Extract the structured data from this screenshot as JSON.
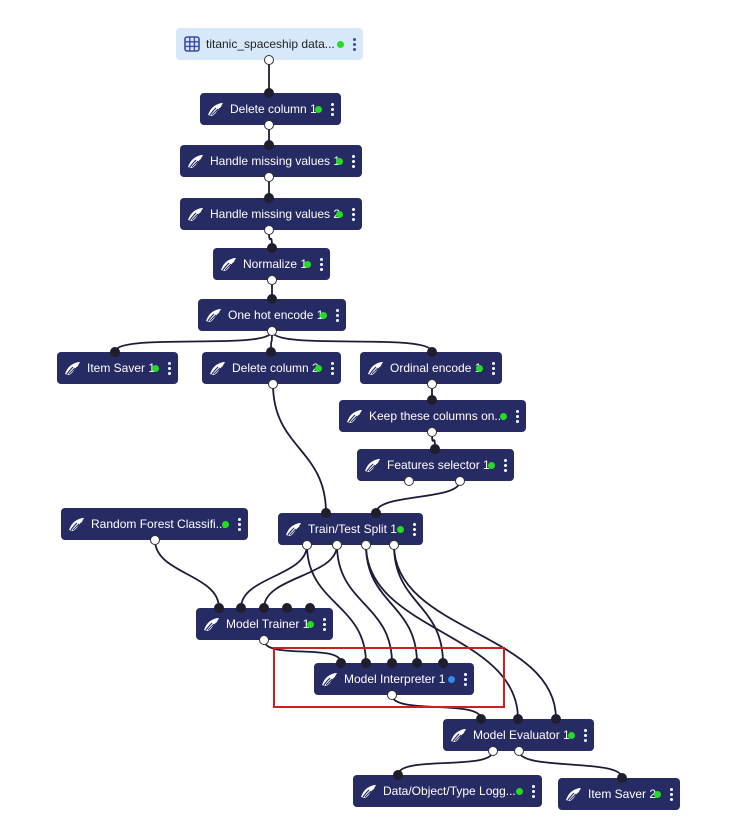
{
  "colors": {
    "node_bg": "#262b63",
    "data_node_bg": "#d7e8fb",
    "status_ok": "#22dd22",
    "status_active": "#2b8cf0",
    "highlight": "#cc1f1f",
    "wire": "#1c1c3a"
  },
  "icons": {
    "data_node": "table-grid-icon",
    "processing_node": "bird-logo-icon"
  },
  "nodes": [
    {
      "id": "titanic_dataset",
      "label": "titanic_spaceship data...",
      "kind": "data",
      "status": "ok"
    },
    {
      "id": "delete_column_1",
      "label": "Delete column 1",
      "status": "ok"
    },
    {
      "id": "handle_missing_1",
      "label": "Handle missing values 1",
      "status": "ok"
    },
    {
      "id": "handle_missing_2",
      "label": "Handle missing values 2",
      "status": "ok"
    },
    {
      "id": "normalize_1",
      "label": "Normalize 1",
      "status": "ok"
    },
    {
      "id": "one_hot_encode_1",
      "label": "One hot encode 1",
      "status": "ok"
    },
    {
      "id": "item_saver_1",
      "label": "Item Saver 1",
      "status": "ok"
    },
    {
      "id": "delete_column_2",
      "label": "Delete column 2",
      "status": "ok"
    },
    {
      "id": "ordinal_encode_1",
      "label": "Ordinal encode 1",
      "status": "ok"
    },
    {
      "id": "keep_columns",
      "label": "Keep these columns on...",
      "status": "ok"
    },
    {
      "id": "features_selector_1",
      "label": "Features selector 1",
      "status": "ok"
    },
    {
      "id": "random_forest",
      "label": "Random Forest Classifi...",
      "status": "ok"
    },
    {
      "id": "train_test_split_1",
      "label": "Train/Test Split 1",
      "status": "ok"
    },
    {
      "id": "model_trainer_1",
      "label": "Model Trainer 1",
      "status": "ok"
    },
    {
      "id": "model_interpreter_1",
      "label": "Model Interpreter 1",
      "status": "active",
      "highlighted": true
    },
    {
      "id": "model_evaluator_1",
      "label": "Model Evaluator 1",
      "status": "ok"
    },
    {
      "id": "data_type_logger",
      "label": "Data/Object/Type Logg...",
      "status": "ok"
    },
    {
      "id": "item_saver_2",
      "label": "Item Saver 2",
      "status": "ok"
    }
  ],
  "connections": [
    [
      "titanic_dataset.out0",
      "delete_column_1.in0"
    ],
    [
      "delete_column_1.out0",
      "handle_missing_1.in0"
    ],
    [
      "handle_missing_1.out0",
      "handle_missing_2.in0"
    ],
    [
      "handle_missing_2.out0",
      "normalize_1.in0"
    ],
    [
      "normalize_1.out0",
      "one_hot_encode_1.in0"
    ],
    [
      "one_hot_encode_1.out0",
      "item_saver_1.in0"
    ],
    [
      "one_hot_encode_1.out0",
      "delete_column_2.in0"
    ],
    [
      "one_hot_encode_1.out0",
      "ordinal_encode_1.in0"
    ],
    [
      "ordinal_encode_1.out0",
      "keep_columns.in0"
    ],
    [
      "keep_columns.out0",
      "features_selector_1.in0"
    ],
    [
      "delete_column_2.out0",
      "train_test_split_1.in0"
    ],
    [
      "features_selector_1.out1",
      "train_test_split_1.in1"
    ],
    [
      "random_forest.out0",
      "model_trainer_1.in0"
    ],
    [
      "train_test_split_1.out0",
      "model_trainer_1.in1"
    ],
    [
      "train_test_split_1.out1",
      "model_trainer_1.in2"
    ],
    [
      "train_test_split_1.out0",
      "model_interpreter_1.in1"
    ],
    [
      "train_test_split_1.out1",
      "model_interpreter_1.in2"
    ],
    [
      "train_test_split_1.out2",
      "model_interpreter_1.in3"
    ],
    [
      "train_test_split_1.out3",
      "model_interpreter_1.in4"
    ],
    [
      "model_trainer_1.out0",
      "model_interpreter_1.in0"
    ],
    [
      "train_test_split_1.out2",
      "model_evaluator_1.in1"
    ],
    [
      "train_test_split_1.out3",
      "model_evaluator_1.in2"
    ],
    [
      "model_interpreter_1.out0",
      "model_evaluator_1.in0"
    ],
    [
      "model_evaluator_1.out0",
      "data_type_logger.in0"
    ],
    [
      "model_evaluator_1.out1",
      "item_saver_2.in0"
    ]
  ]
}
